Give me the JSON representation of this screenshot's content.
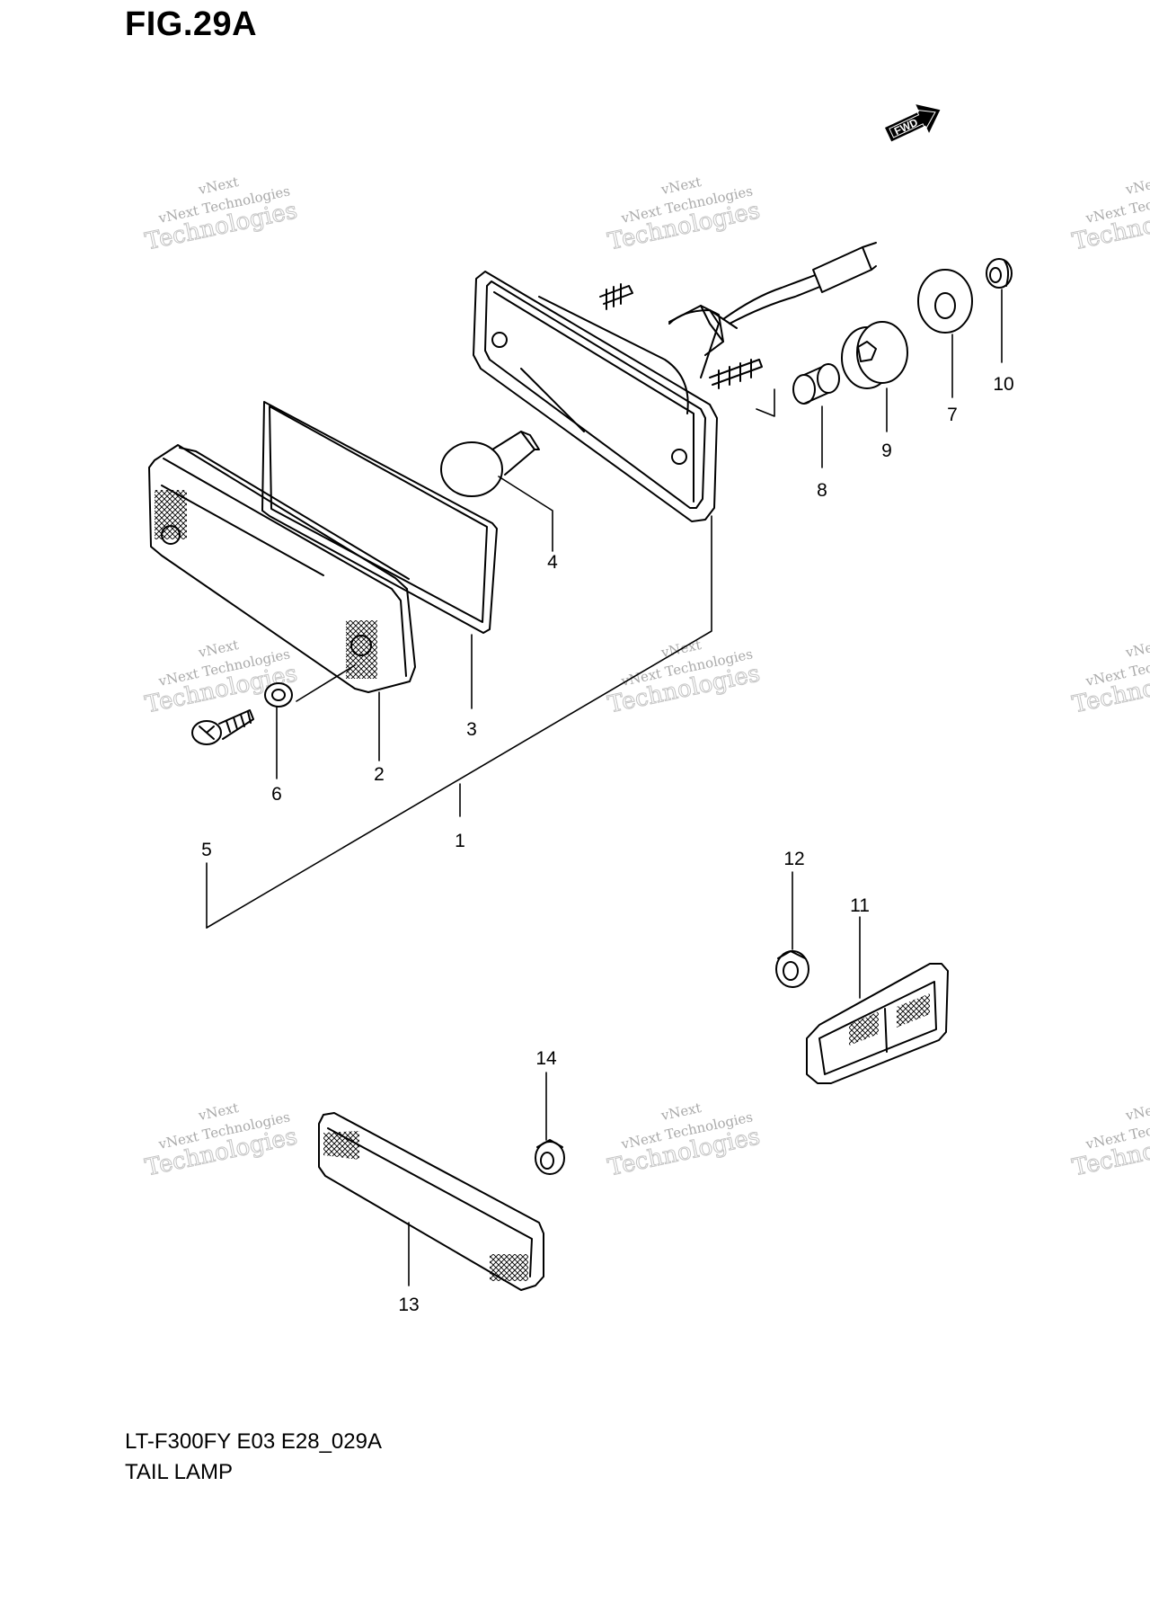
{
  "figure": {
    "title": "FIG.29A",
    "model_code": "LT-F300FY E03 E28_029A",
    "name": "TAIL LAMP",
    "fwd_label": "FWD"
  },
  "callouts": [
    "1",
    "2",
    "3",
    "4",
    "5",
    "6",
    "7",
    "8",
    "9",
    "10",
    "11",
    "12",
    "13",
    "14"
  ],
  "watermark": {
    "line1": "vNext",
    "line2": "vNext Technologies",
    "line3": "Technologies"
  },
  "colors": {
    "line": "#000000",
    "watermark": "#aaaaaa",
    "background": "#ffffff"
  }
}
